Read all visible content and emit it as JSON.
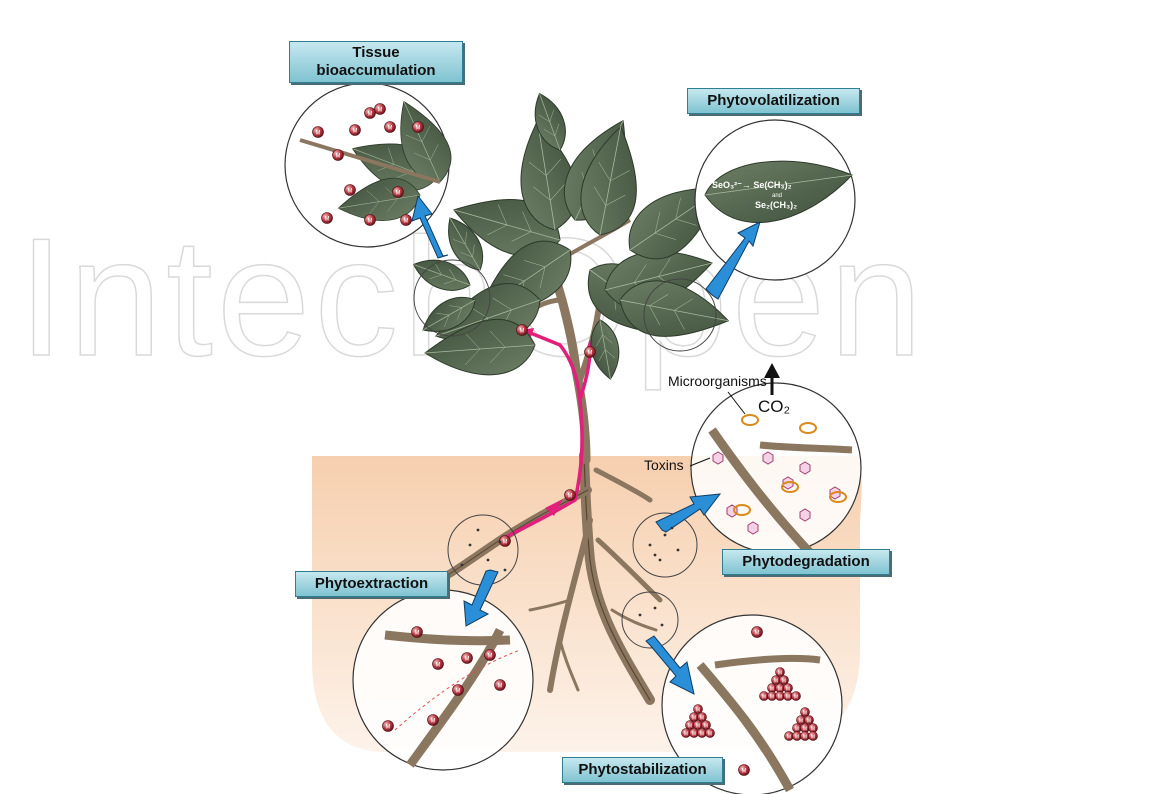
{
  "watermark": "IntechOpen",
  "labels": {
    "tissue_line1": "Tissue",
    "tissue_line2": "bioaccumulation",
    "phytovolatilization": "Phytovolatilization",
    "phytoextraction": "Phytoextraction",
    "phytodegradation": "Phytodegradation",
    "phytostabilization": "Phytostabilization",
    "microorganisms": "Microorganisms",
    "co2": "CO₂",
    "toxins": "Toxins"
  },
  "volatilization_equation": {
    "line1": "SeO₃²⁻→ Se(CH₃)₂",
    "line2": "and",
    "line3": "Se₂(CH₃)₂"
  },
  "metal_symbol": "M",
  "colors": {
    "soil": "#f6d2b3",
    "leaf": "#5c6f55",
    "stem": "#8b7660",
    "transport_arrow": "#e0207a",
    "process_arrow": "#2a8fd6",
    "label_box": "#8fcfdc",
    "metal_ion": "#b0303a"
  }
}
